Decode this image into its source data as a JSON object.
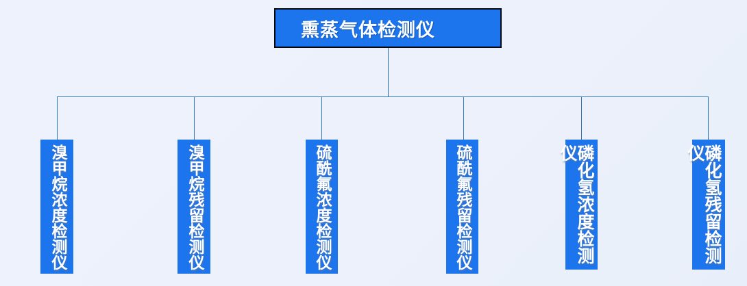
{
  "colors": {
    "background": "#edf2fb",
    "node_fill": "#1c75ec",
    "node_border": "#000914",
    "connector_line": "#3177b8",
    "node_text": "#ffffff"
  },
  "diagram": {
    "type": "org-tree",
    "root": {
      "label": "熏蒸气体检测仪"
    },
    "children": [
      {
        "label": "溴甲烷浓度检测仪"
      },
      {
        "label": "溴甲烷残留检测仪"
      },
      {
        "label": "硫酰氟浓度检测仪"
      },
      {
        "label": "硫酰氟残留检测仪"
      },
      {
        "label": "磷化氢浓度检测仪"
      },
      {
        "label": "磷化氢残留检测仪"
      }
    ]
  }
}
